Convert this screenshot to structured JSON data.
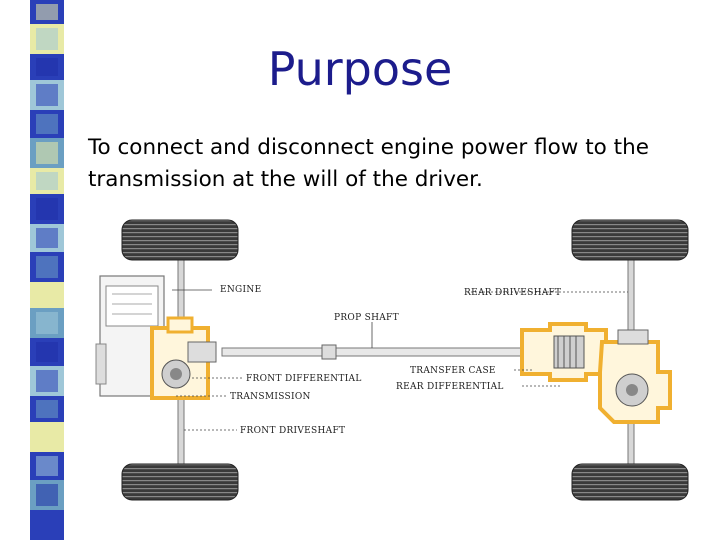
{
  "slide": {
    "title": "Purpose",
    "body": "To connect and disconnect engine power flow to the transmission at the will of the driver."
  },
  "diagram": {
    "labels": {
      "engine": "ENGINE",
      "rear_driveshaft": "REAR DRIVESHAFT",
      "prop_shaft": "PROP SHAFT",
      "transfer_case": "TRANSFER CASE",
      "front_differential": "FRONT DIFFERENTIAL",
      "rear_differential": "REAR DIFFERENTIAL",
      "transmission": "TRANSMISSION",
      "front_driveshaft": "FRONT DRIVESHAFT"
    },
    "colors": {
      "highlight": "#f0b030",
      "frame": "#c8c8c8",
      "tire": "#3a3a3a"
    }
  },
  "theme": {
    "title_color": "#1c1c8c",
    "stripe_colors": [
      "#2a3fb8",
      "#6b9fc2",
      "#e8eaa6",
      "#9fc7d8",
      "#1f2fa8"
    ]
  }
}
